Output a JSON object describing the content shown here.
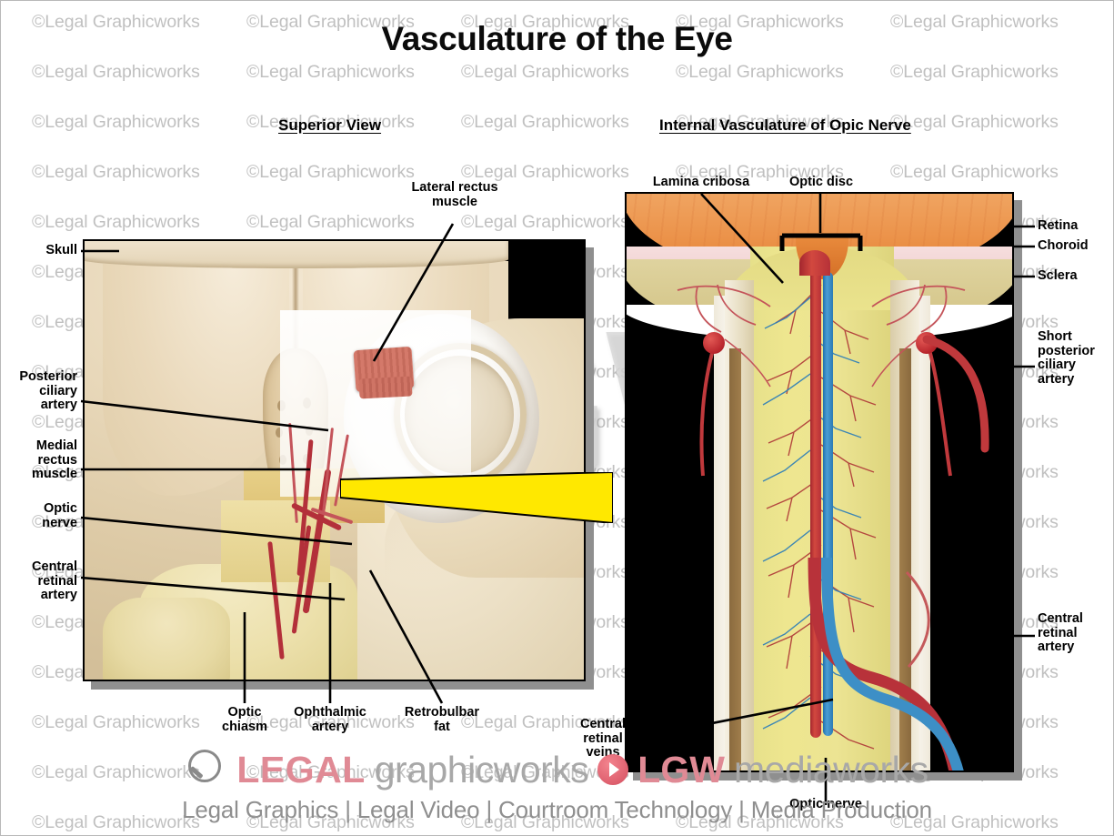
{
  "document": {
    "title": "Vasculature of the Eye",
    "border_color": "#b9b9b9",
    "background": "#ffffff"
  },
  "watermark": {
    "text": "©Legal Graphicworks",
    "color": "#9a9a9a",
    "big_text": "LGW",
    "big_color": "#d7d7d7",
    "columns": 5,
    "rows": 17,
    "col_spacing": 236,
    "row_spacing": 55
  },
  "sections": [
    {
      "id": "superior-view",
      "label": "Superior View"
    },
    {
      "id": "internal-vasculature",
      "label": "Internal Vasculature of Opic Nerve"
    }
  ],
  "panels": {
    "left": {
      "name": "superior-view-illustration",
      "labels": [
        {
          "id": "skull",
          "text": "Skull",
          "align": "right"
        },
        {
          "id": "posterior-ciliary-artery",
          "text": "Posterior\nciliary\nartery",
          "align": "right"
        },
        {
          "id": "medial-rectus-muscle",
          "text": "Medial\nrectus\nmuscle",
          "align": "right"
        },
        {
          "id": "optic-nerve-left",
          "text": "Optic\nnerve",
          "align": "right"
        },
        {
          "id": "central-retinal-artery-left",
          "text": "Central\nretinal\nartery",
          "align": "right"
        },
        {
          "id": "lateral-rectus-muscle",
          "text": "Lateral rectus\nmuscle",
          "align": "center"
        },
        {
          "id": "optic-chiasm",
          "text": "Optic\nchiasm",
          "align": "center"
        },
        {
          "id": "ophthalmic-artery",
          "text": "Ophthalmic\nartery",
          "align": "center"
        },
        {
          "id": "retrobulbar-fat",
          "text": "Retrobulbar\nfat",
          "align": "center"
        }
      ],
      "accent_wedge_color": "#ffe800"
    },
    "right": {
      "name": "optic-nerve-illustration",
      "labels": [
        {
          "id": "lamina-cribosa",
          "text": "Lamina cribosa",
          "align": "center"
        },
        {
          "id": "optic-disc",
          "text": "Optic disc",
          "align": "center"
        },
        {
          "id": "retina",
          "text": "Retina",
          "align": "left"
        },
        {
          "id": "choroid",
          "text": "Choroid",
          "align": "left"
        },
        {
          "id": "sclera",
          "text": "Sclera",
          "align": "left"
        },
        {
          "id": "short-posterior-ciliary-artery",
          "text": "Short\nposterior\nciliary\nartery",
          "align": "left"
        },
        {
          "id": "central-retinal-artery-right",
          "text": "Central\nretinal\nartery",
          "align": "left"
        },
        {
          "id": "central-retinal-veins",
          "text": "Central\nretinal\nveins",
          "align": "center"
        },
        {
          "id": "optic-nerve-right",
          "text": "Optic nerve",
          "align": "center"
        }
      ],
      "colors": {
        "retina": "#eb9148",
        "choroid": "#ecc9c9",
        "sclera": "#d6c88d",
        "nerve": "#ece493",
        "artery": "#c03a39",
        "vein": "#3d8fc6"
      }
    }
  },
  "footer": {
    "brand_primary_a": "LEGAL",
    "brand_primary_b": "graphicworks",
    "brand_secondary_a": "LGW",
    "brand_secondary_b": "mediaworks",
    "tagline": "Legal Graphics | Legal Video | Courtroom Technology | Media Production",
    "accent_color": "#e08a95",
    "muted_color": "#a8a8a8"
  }
}
